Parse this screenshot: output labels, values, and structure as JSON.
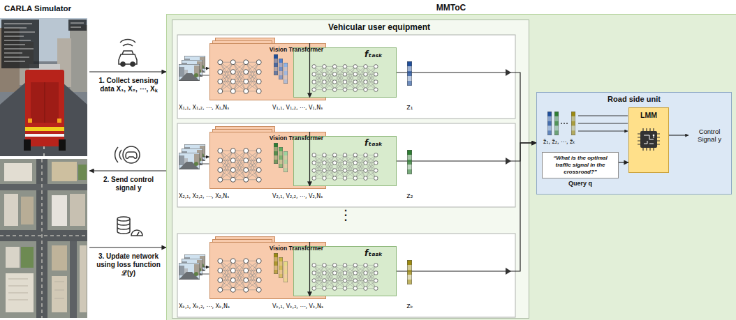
{
  "diagram": {
    "nodes": [
      {
        "text": [
          "CARLA Simulator"
        ]
      },
      {
        "text": [
          "MMToC"
        ]
      },
      {
        "text": [
          "Vehicular user equipment"
        ],
        "in": 1
      },
      {
        "text": [
          "Vision Transformer"
        ],
        "in": 2
      },
      {
        "text": [
          "fₜₐₛₖ"
        ],
        "in": 2
      },
      {
        "text": [
          "Vision Transformer"
        ],
        "in": 2
      },
      {
        "text": [
          "fₜₐₛₖ"
        ],
        "in": 2
      },
      {
        "text": [
          "Vision Transformer"
        ],
        "in": 2
      },
      {
        "text": [
          "fₜₐₛₖ"
        ],
        "in": 2
      },
      {
        "text": [
          "Road side unit"
        ],
        "in": 1
      },
      {
        "text": [
          "“What is the optimal traffic signal in the crossroad?”",
          "Query q"
        ],
        "in": 9
      },
      {
        "text": [
          "LMM"
        ],
        "in": 9
      }
    ],
    "edges": [
      {
        "from": 0,
        "to": 1,
        "arrow": "to",
        "label": "1. Collect sensing data X₁, X₂, ⋯, Xₖ"
      },
      {
        "from": 1,
        "to": 0,
        "arrow": "to",
        "label": "2. Send control signal y"
      },
      {
        "from": 0,
        "to": 1,
        "arrow": "to",
        "label": "3. Update network using loss function ℒ(y)"
      },
      {
        "from": 3,
        "to": 4,
        "arrow": "to"
      },
      {
        "from": 5,
        "to": 6,
        "arrow": "to"
      },
      {
        "from": 7,
        "to": 8,
        "arrow": "to"
      },
      {
        "from": 4,
        "to": 9,
        "arrow": "to"
      },
      {
        "from": 6,
        "to": 9,
        "arrow": "to"
      },
      {
        "from": 8,
        "to": 9,
        "arrow": "to"
      },
      {
        "from": 10,
        "to": 11,
        "arrow": "to"
      }
    ],
    "labels": [
      "X₁,₁, X₁,₂, ⋯, X₁,Nₛ",
      "V₁,₁, V₁,₂, ⋯, V₁,Nₛ",
      "z₁",
      "X₂,₁, X₂,₂, ⋯, X₂,Nₛ",
      "V₂,₁, V₂,₂, ⋯, V₂,Nₛ",
      "z₂",
      "⋮",
      "Xₖ,₁, Xₖ,₂, ⋯, Xₖ,Nₛ",
      "Vₖ,₁, Vₖ,₂, ⋯, Vₖ,Nₛ",
      "zₖ",
      "z̃₁, z̃₂, ⋯, z̃ₖ",
      "Control Signal y"
    ]
  }
}
